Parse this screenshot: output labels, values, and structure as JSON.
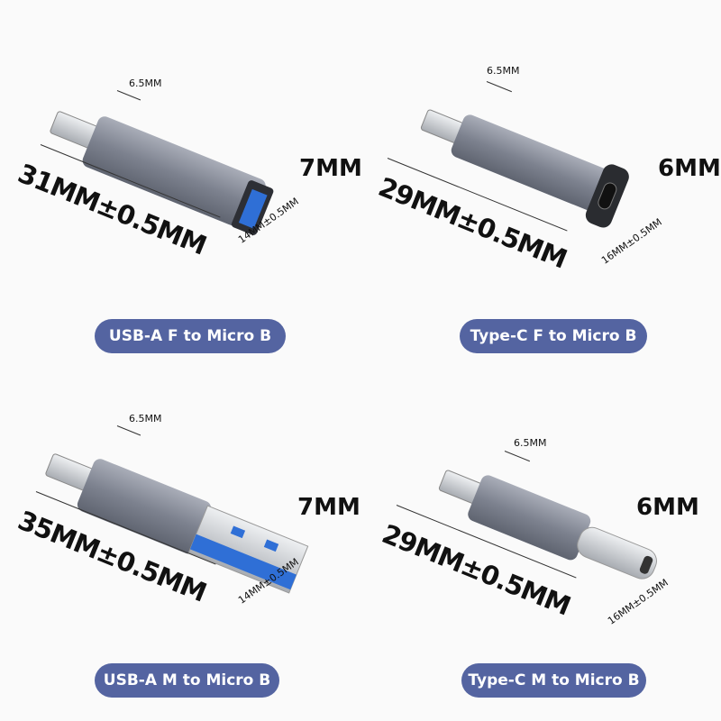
{
  "accent_color": "#5464a1",
  "products": [
    {
      "label": "USB-A F to Micro B",
      "length": "31MM±0.5MM",
      "height": "7MM",
      "width": "14MM±0.5MM",
      "tip": "6.5MM"
    },
    {
      "label": "Type-C F to Micro B",
      "length": "29MM±0.5MM",
      "height": "6MM",
      "width": "16MM±0.5MM",
      "tip": "6.5MM"
    },
    {
      "label": "USB-A M to Micro B",
      "length": "35MM±0.5MM",
      "height": "7MM",
      "width": "14MM±0.5MM",
      "tip": "6.5MM"
    },
    {
      "label": "Type-C M to Micro B",
      "length": "29MM±0.5MM",
      "height": "6MM",
      "width": "16MM±0.5MM",
      "tip": "6.5MM"
    }
  ]
}
